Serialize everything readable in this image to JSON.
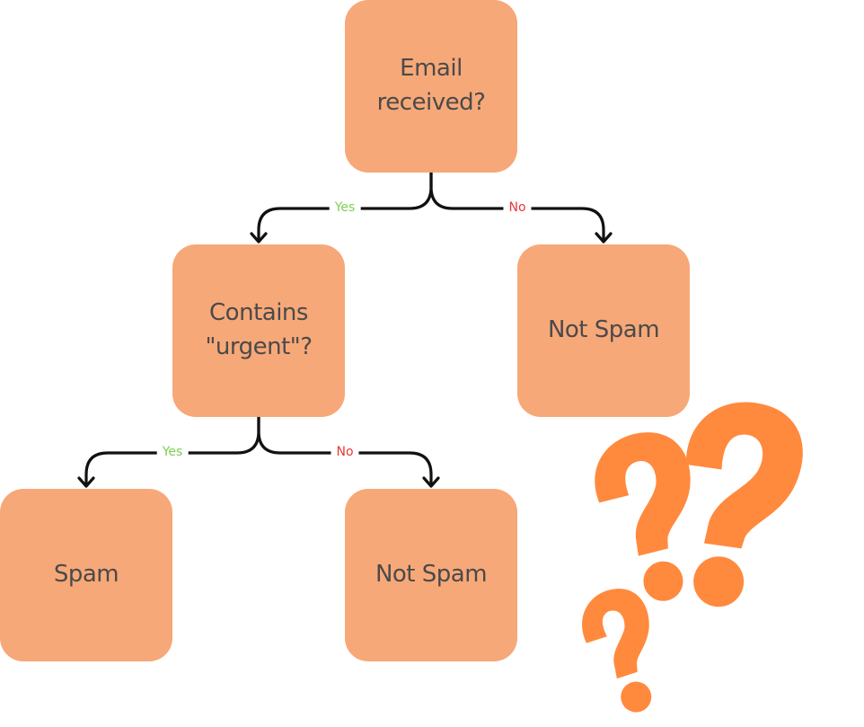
{
  "diagram": {
    "nodes": {
      "root": "Email\nreceived?",
      "urgent": "Contains\n\"urgent\"?",
      "not_spam_1": "Not Spam",
      "spam": "Spam",
      "not_spam_2": "Not Spam"
    },
    "edges": {
      "root_yes": "Yes",
      "root_no": "No",
      "urgent_yes": "Yes",
      "urgent_no": "No"
    },
    "colors": {
      "node_fill": "#f7a878",
      "node_text": "#4a4a4a",
      "yes": "#7ccf52",
      "no": "#e53935",
      "question_marks": "#ff8a3d",
      "connector": "#111111"
    },
    "decoration": "question-marks"
  }
}
